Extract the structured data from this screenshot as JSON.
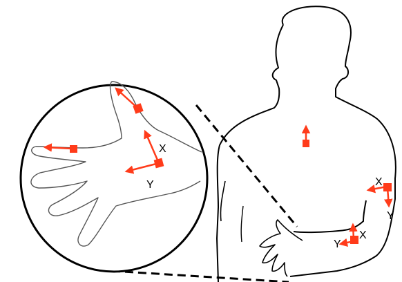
{
  "colors": {
    "marker": "#ff3b1a",
    "outline": "#000000",
    "detail": "#444444",
    "background": "#ffffff"
  },
  "hand_frame": {
    "x_label": "X",
    "y_label": "Y"
  },
  "upper_arm_frame": {
    "x_label": "X",
    "y_label": "Y"
  },
  "forearm_frame": {
    "x_label": "X",
    "y_label": "Y"
  },
  "icons": [
    "hand-magnified-inset",
    "upper-body-silhouette",
    "sensor-marker",
    "axis-arrow"
  ]
}
